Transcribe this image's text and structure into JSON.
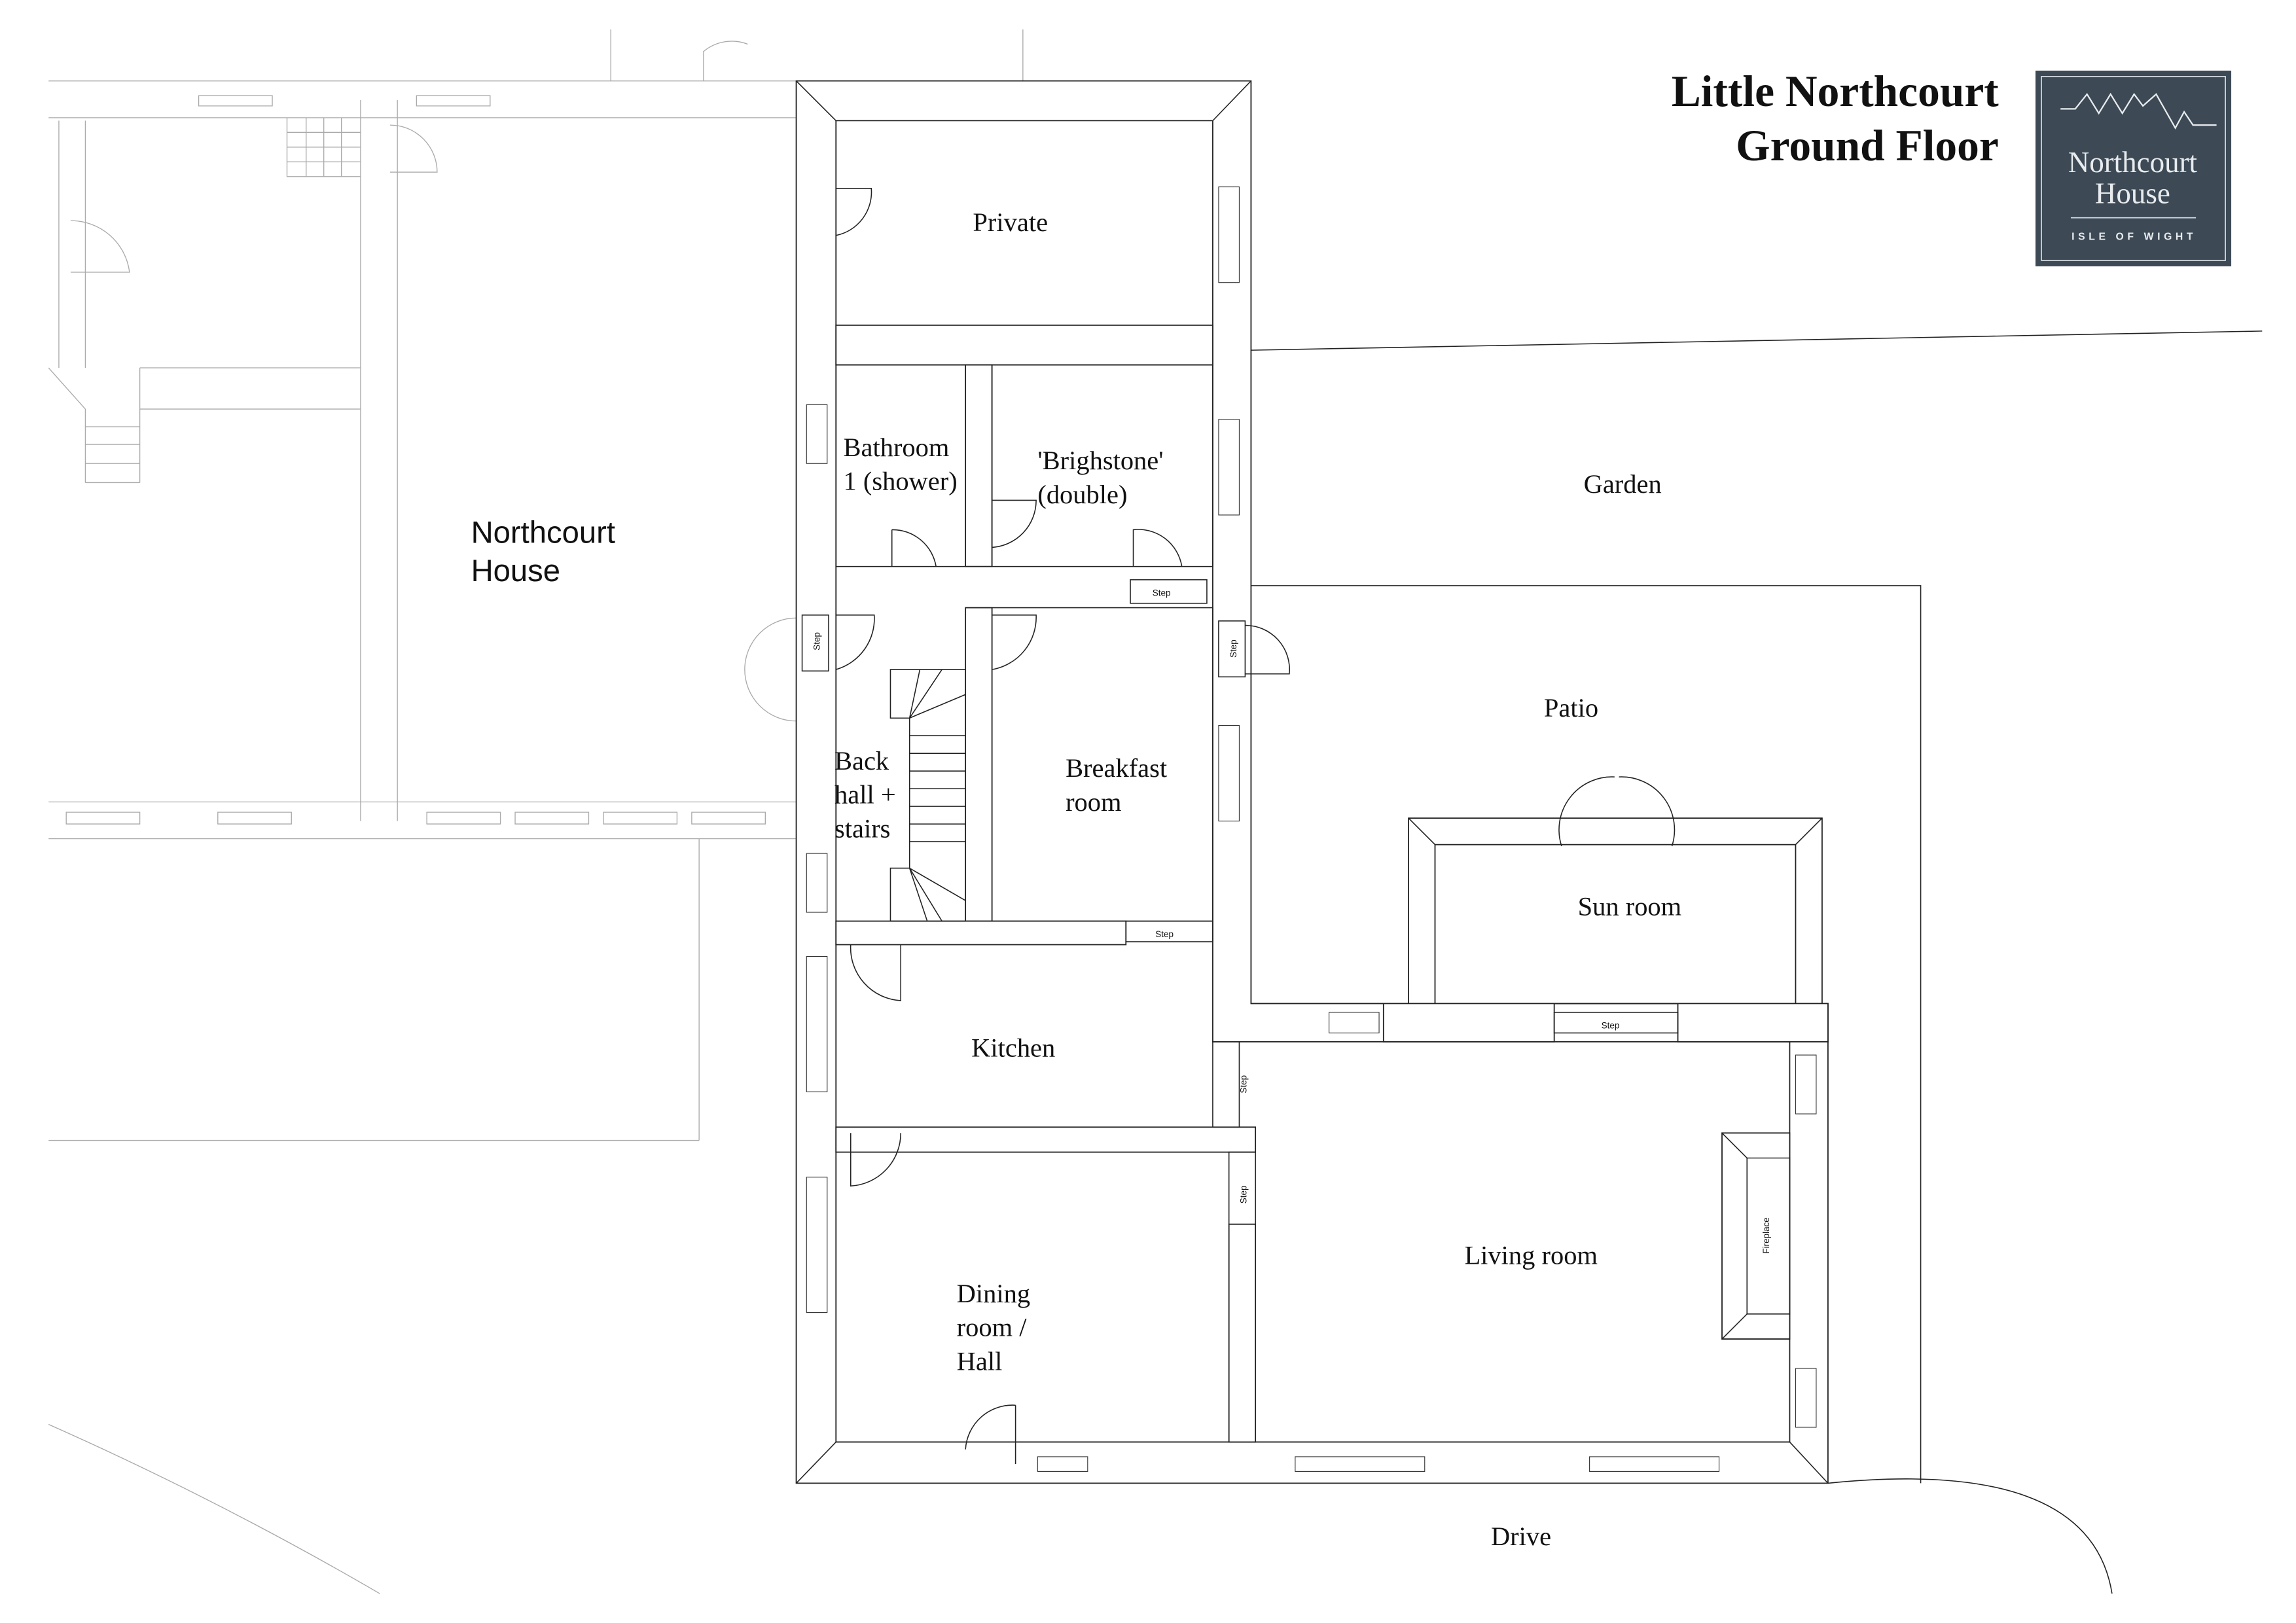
{
  "title": {
    "line1": "Little Northcourt",
    "line2": "Ground Floor"
  },
  "logo": {
    "line1": "Northcourt",
    "line2": "House",
    "subtitle": "ISLE OF WIGHT",
    "bg_color": "#3d4a56"
  },
  "neighbour": {
    "line1": "Northcourt",
    "line2": "House"
  },
  "rooms": {
    "private": "Private",
    "bathroom": {
      "line1": "Bathroom",
      "line2": "1 (shower)"
    },
    "brighstone": {
      "line1": "'Brighstone'",
      "line2": "(double)"
    },
    "garden": "Garden",
    "patio": "Patio",
    "back_hall": {
      "line1": "Back",
      "line2": "hall +",
      "line3": "stairs"
    },
    "breakfast": {
      "line1": "Breakfast",
      "line2": "room"
    },
    "sun_room": "Sun room",
    "kitchen": "Kitchen",
    "living_room": "Living room",
    "dining": {
      "line1": "Dining",
      "line2": "room /",
      "line3": "Hall"
    },
    "drive": "Drive"
  },
  "labels": {
    "step": "Step",
    "fireplace": "Fireplace"
  }
}
